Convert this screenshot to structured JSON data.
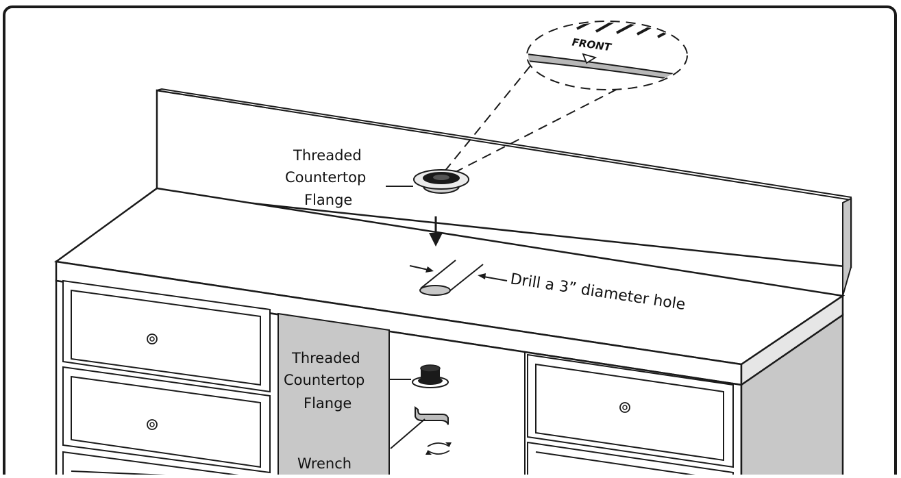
{
  "zoom_label": "FRONT",
  "top_flange": {
    "line1": "Threaded",
    "line2": "Countertop",
    "line3": "Flange"
  },
  "drill_instruction": "Drill a 3” diameter hole",
  "cabinet_flange": {
    "line1": "Threaded",
    "line2": "Countertop",
    "line3": "Flange"
  },
  "wrench_label": "Wrench",
  "colors": {
    "outline": "#1a1a1a",
    "shade": "#c8c8c8",
    "paper": "#ffffff"
  }
}
